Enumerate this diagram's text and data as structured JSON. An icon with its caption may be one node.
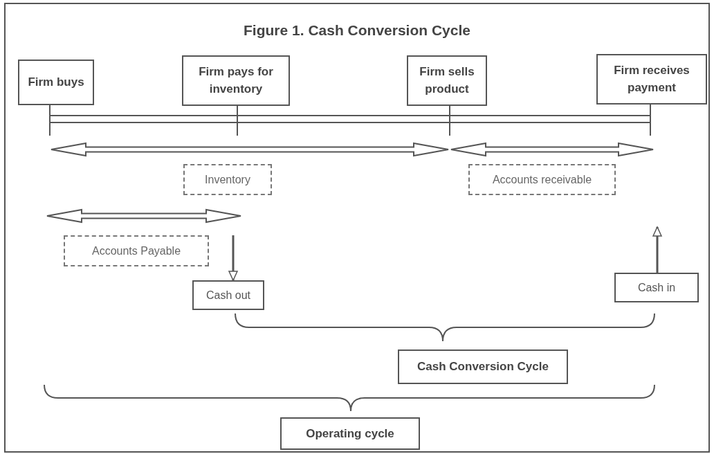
{
  "diagram": {
    "title": "Figure 1. Cash Conversion Cycle",
    "nodes": [
      {
        "text": [
          "Firm buys"
        ]
      },
      {
        "text": [
          "Firm pays for inventory"
        ]
      },
      {
        "text": [
          "Firm sells product"
        ]
      },
      {
        "text": [
          "Firm receives payment"
        ]
      },
      {
        "text": [
          "Inventory"
        ]
      },
      {
        "text": [
          "Accounts receivable"
        ]
      },
      {
        "text": [
          "Accounts Payable"
        ]
      },
      {
        "text": [
          "Cash out"
        ]
      },
      {
        "text": [
          "Cash in"
        ]
      },
      {
        "text": [
          "Cash Conversion Cycle"
        ]
      },
      {
        "text": [
          "Operating cycle"
        ]
      }
    ],
    "edges": [
      {
        "from": null,
        "to": 7,
        "arrow": "to"
      },
      {
        "from": 8,
        "to": null,
        "arrow": "to"
      }
    ]
  }
}
